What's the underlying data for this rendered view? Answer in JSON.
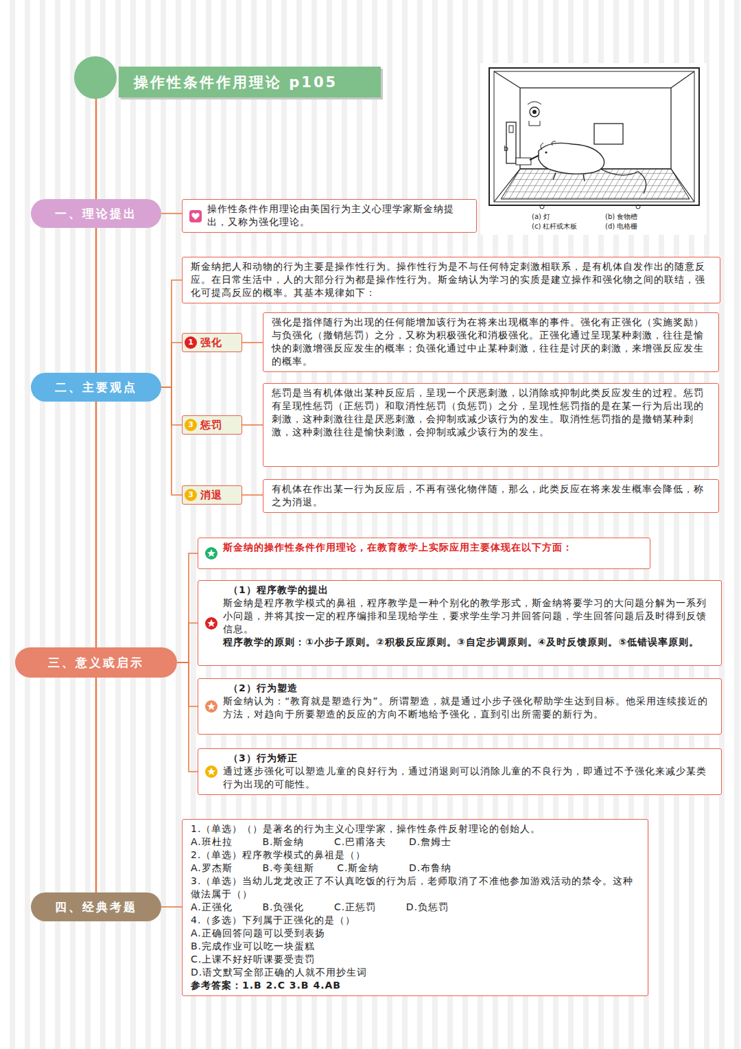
{
  "diagram": {
    "title": "操作性条件作用理论 p105",
    "nodes": [
      {
        "text": [
          "操作性条件作用理论 p105"
        ]
      },
      {
        "text": [
          "一、理论提出"
        ]
      },
      {
        "text": [
          "操作性条件作用理论由美国行为主义心理学家斯金纳提出，又称为强化理论。"
        ]
      },
      {
        "text": [
          "二、主要观点"
        ]
      },
      {
        "text": [
          "斯金纳把人和动物的行为主要是操作性行为。操作性行为是不与任何特定刺激相联系，是有机体自发作出的随意反应。在日常生活中，人的大部分行为都是操作性行为。斯金纳认为学习的实质是建立操作和强化物之间的联结，强化可提高反应的概率。其基本规律如下："
        ]
      },
      {
        "text": [
          "1",
          "强化"
        ]
      },
      {
        "text": [
          "强化是指伴随行为出现的任何能增加该行为在将来出现概率的事件。强化有正强化（实施奖励）与负强化（撤销惩罚）之分，又称为积极强化和消极强化。正强化通过呈现某种刺激，往往是愉快的刺激增强反应发生的概率；负强化通过中止某种刺激，往往是讨厌的刺激，来增强反应发生的概率。"
        ]
      },
      {
        "text": [
          "3",
          "惩罚"
        ]
      },
      {
        "text": [
          "惩罚是当有机体做出某种反应后，呈现一个厌恶刺激，以消除或抑制此类反应发生的过程。惩罚有呈现性惩罚（正惩罚）和取消性惩罚（负惩罚）之分，呈现性惩罚指的是在某一行为后出现的刺激，这种刺激往往是厌恶刺激，会抑制或减少该行为的发生。取消性惩罚指的是撤销某种刺激，这种刺激往往是愉快刺激，会抑制或减少该行为的发生。"
        ]
      },
      {
        "text": [
          "3",
          "消退"
        ]
      },
      {
        "text": [
          "有机体在作出某一行为反应后，不再有强化物伴随，那么，此类反应在将来发生概率会降低，称之为消退。"
        ]
      },
      {
        "text": [
          "三、意义或启示"
        ]
      },
      {
        "text": [
          "斯金纳的操作性条件作用理论，在教育教学上实际应用主要体现在以下方面："
        ]
      },
      {
        "text": [
          "（1）程序教学的提出",
          "斯金纳是程序教学模式的鼻祖，程序教学是一种个别化的教学形式，斯金纳将要学习的大问题分解为一系列小问题，并将其按一定的程序编排和呈现给学生，要求学生学习并回答问题，学生回答问题后及时得到反馈信息。",
          "程序教学的原则：①小步子原则。②积极反应原则。③自定步调原则。④及时反馈原则。⑤低错误率原则。"
        ]
      },
      {
        "text": [
          "（2）行为塑造",
          "斯金纳认为：“教育就是塑造行为”。所谓塑造，就是通过小步子强化帮助学生达到目标。他采用连续接近的方法，对趋向于所要塑造的反应的方向不断地给予强化，直到引出所需要的新行为。"
        ]
      },
      {
        "text": [
          "（3）行为矫正",
          "通过逐步强化可以塑造儿童的良好行为，通过消退则可以消除儿童的不良行为，即通过不予强化来减少某类行为出现的可能性。"
        ]
      },
      {
        "text": [
          "四、经典考题"
        ]
      },
      {
        "text": [
          "1.（单选）（）是著名的行为主义心理学家，操作性条件反射理论的创始人。",
          "A.班杜拉        B.斯金纳        C.巴甫洛夫      D.詹姆士",
          "2.（单选）程序教学模式的鼻祖是（）",
          "A.罗杰斯        B.夸美纽斯      C.斯金纳        D.布鲁纳",
          "3.（单选）当幼儿龙龙改正了不认真吃饭的行为后，老师取消了不准他参加游戏活动的禁令。这种做法属于（）",
          "A.正强化        B.负强化        C.正惩罚        D.负惩罚",
          "4.（多选）下列属于正强化的是（）",
          "A.正确回答问题可以受到表扬",
          "B.完成作业可以吃一块蛋糕",
          "C.上课不好好听课要受责罚",
          "D.语文默写全部正确的人就不用抄生词",
          "参考答案：1.B 2.C 3.B 4.AB"
        ]
      }
    ],
    "edges": [
      {
        "from": 0,
        "to": 1,
        "arrow": "none"
      },
      {
        "from": 1,
        "to": 2,
        "arrow": "none"
      },
      {
        "from": 1,
        "to": 3,
        "arrow": "none"
      },
      {
        "from": 3,
        "to": 4,
        "arrow": "none"
      },
      {
        "from": 3,
        "to": 5,
        "arrow": "none"
      },
      {
        "from": 5,
        "to": 6,
        "arrow": "none"
      },
      {
        "from": 3,
        "to": 7,
        "arrow": "none"
      },
      {
        "from": 7,
        "to": 8,
        "arrow": "none"
      },
      {
        "from": 3,
        "to": 9,
        "arrow": "none"
      },
      {
        "from": 9,
        "to": 10,
        "arrow": "none"
      },
      {
        "from": 3,
        "to": 11,
        "arrow": "none"
      },
      {
        "from": 11,
        "to": 12,
        "arrow": "none"
      },
      {
        "from": 11,
        "to": 13,
        "arrow": "none"
      },
      {
        "from": 11,
        "to": 14,
        "arrow": "none"
      },
      {
        "from": 11,
        "to": 15,
        "arrow": "none"
      },
      {
        "from": 11,
        "to": 16,
        "arrow": "none"
      },
      {
        "from": 16,
        "to": 17,
        "arrow": "none"
      }
    ],
    "labels": [
      "b",
      "(a) 灯",
      "(b) 食物槽",
      "(c) 杠杆或木板",
      "(d) 电格栅"
    ]
  }
}
